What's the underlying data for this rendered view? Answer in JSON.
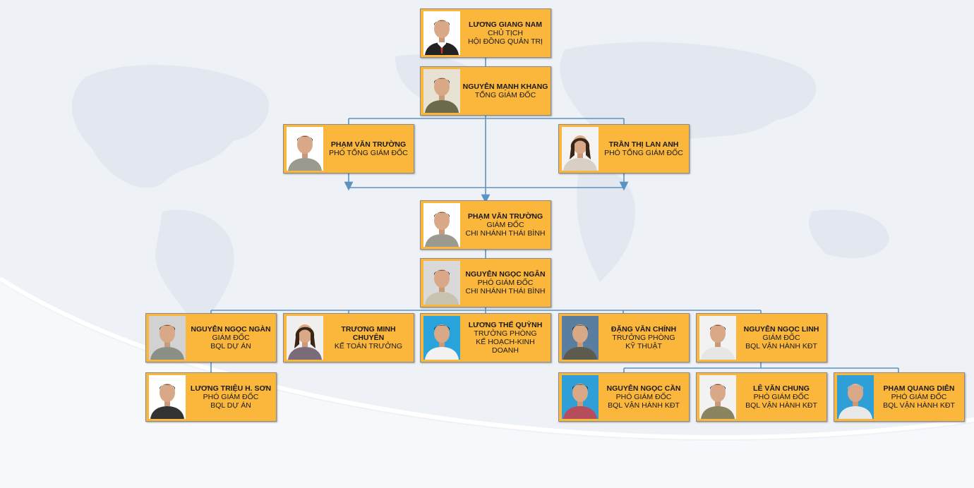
{
  "cards": [
    {
      "id": "c1",
      "name": "LƯƠNG GIANG NAM",
      "lines": [
        "CHỦ TỊCH",
        "HỘI ĐỒNG QUẢN TRỊ"
      ]
    },
    {
      "id": "c2",
      "name": "NGUYỄN MẠNH KHANG",
      "lines": [
        "TỔNG GIÁM ĐỐC"
      ]
    },
    {
      "id": "c3",
      "name": "PHẠM VĂN TRƯỜNG",
      "lines": [
        "PHÓ TỔNG GIÁM ĐỐC"
      ]
    },
    {
      "id": "c4",
      "name": "TRẦN THỊ LAN ANH",
      "lines": [
        "PHÓ TỔNG GIÁM ĐỐC"
      ]
    },
    {
      "id": "c5",
      "name": "PHẠM VĂN TRƯỜNG",
      "lines": [
        "GIÁM ĐỐC",
        "CHI NHÁNH THÁI BÌNH"
      ]
    },
    {
      "id": "c6",
      "name": "NGUYỄN NGỌC NGÂN",
      "lines": [
        "PHÓ GIÁM ĐỐC",
        "CHI NHÁNH THÁI BÌNH"
      ]
    },
    {
      "id": "c7",
      "name": "NGUYỄN NGỌC NGÀN",
      "lines": [
        "GIÁM ĐỐC",
        "BQL DỰ ÁN"
      ]
    },
    {
      "id": "c8",
      "name": "TRƯƠNG MINH CHUYÊN",
      "lines": [
        "KẾ TOÁN TRƯỞNG"
      ]
    },
    {
      "id": "c9",
      "name": "LƯƠNG THẾ QUỲNH",
      "lines": [
        "TRƯỞNG PHÒNG",
        "KẾ HOẠCH-KINH DOANH"
      ]
    },
    {
      "id": "c10",
      "name": "ĐẶNG VĂN CHÍNH",
      "lines": [
        "TRƯỞNG PHÒNG",
        "KỸ THUẬT"
      ]
    },
    {
      "id": "c11",
      "name": "NGUYỄN NGỌC LINH",
      "lines": [
        "GIÁM ĐỐC",
        "BQL VẬN HÀNH KĐT"
      ]
    },
    {
      "id": "c12",
      "name": "LƯƠNG TRIỆU H. SƠN",
      "lines": [
        "PHÓ GIÁM ĐỐC",
        "BQL DỰ ÁN"
      ]
    },
    {
      "id": "c13",
      "name": "NGUYỄN NGỌC CẦN",
      "lines": [
        "PHÓ GIÁM ĐỐC",
        "BQL VẬN HÀNH KĐT"
      ]
    },
    {
      "id": "c14",
      "name": "LÊ VĂN CHUNG",
      "lines": [
        "PHÓ GIÁM ĐỐC",
        "BQL VẬN HÀNH KĐT"
      ]
    },
    {
      "id": "c15",
      "name": "PHẠM QUANG DIỄN",
      "lines": [
        "PHÓ GIÁM ĐỐC",
        "BQL VẬN HÀNH KĐT"
      ]
    }
  ],
  "colors": {
    "card_fill": "#fbb73c",
    "connector": "#5b93c2",
    "background": "#eef1f6"
  }
}
